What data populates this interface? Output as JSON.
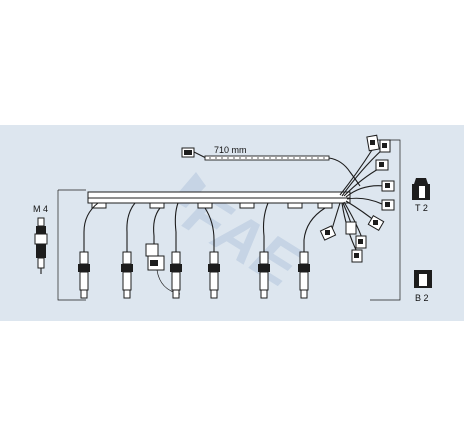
{
  "labels": {
    "length": "710 mm",
    "spark_plug": "M 4",
    "coil_top": "T 2",
    "coil_bottom": "B 2"
  },
  "watermark": {
    "text": "FAE",
    "color": "#c4d3e4"
  },
  "colors": {
    "panel": "#dde6ef",
    "line": "#1d1d1d"
  }
}
